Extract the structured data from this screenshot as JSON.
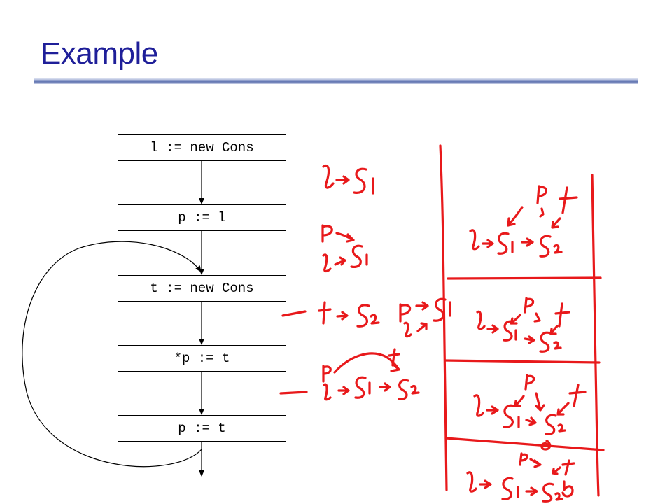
{
  "slide": {
    "title": "Example"
  },
  "flow": {
    "nodes": [
      {
        "label": "l := new Cons"
      },
      {
        "label": "p := l"
      },
      {
        "label": "t := new Cons"
      },
      {
        "label": "*p := t"
      },
      {
        "label": "p := t"
      }
    ],
    "back_edge": {
      "from": "p := t",
      "to": "t := new Cons"
    }
  },
  "annotations": {
    "color": "#e8191b",
    "style": "handwritten points-to notes",
    "notes": [
      "l -> S1",
      "p -> l -> S1",
      "t -> S2",
      "p -> S1, l -> ",
      "p -> t, l -> S1 -> S2"
    ],
    "table_rows": [
      "p, t: l -> S1 -> S2",
      "p, t: l -> S1 -> S2",
      "p, t: l -> S1 -> S2",
      "p, t: l -> S1 -> S2"
    ]
  },
  "colors": {
    "title": "#1f1f99",
    "ink": "#e8191b",
    "rule": "#5b6fae"
  }
}
